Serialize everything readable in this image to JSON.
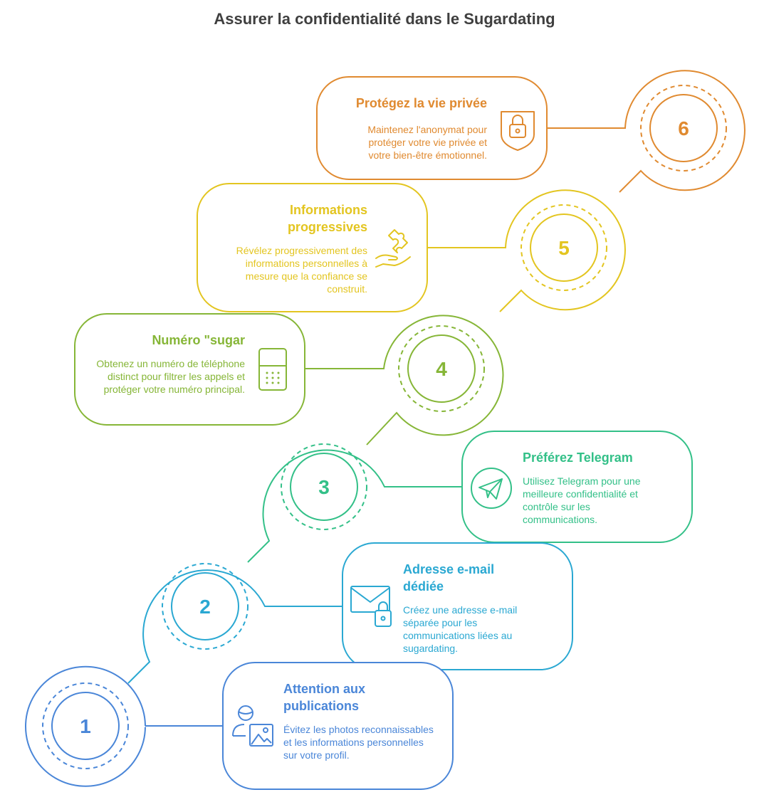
{
  "title": "Assurer la confidentialité dans le Sugardating",
  "colors": {
    "step1": "#4a86d8",
    "step2": "#2aa8d2",
    "step3": "#33c088",
    "step4": "#86b637",
    "step5": "#e3c520",
    "step6": "#e08a30"
  },
  "steps": [
    {
      "number": "1",
      "title": "Attention aux publications",
      "description": "Évitez les photos reconnaissables et les informations personnelles sur votre profil.",
      "icon": "person-photo-icon"
    },
    {
      "number": "2",
      "title": "Adresse e-mail dédiée",
      "description": "Créez une adresse e-mail séparée pour les communications liées au sugardating.",
      "icon": "email-lock-icon"
    },
    {
      "number": "3",
      "title": "Préférez Telegram",
      "description": "Utilisez Telegram pour une meilleure confidentialité et contrôle sur les communications.",
      "icon": "telegram-icon"
    },
    {
      "number": "4",
      "title": "Numéro \"sugar",
      "description": "Obtenez un numéro de téléphone distinct pour filtrer les appels et protéger votre numéro principal.",
      "icon": "phone-icon"
    },
    {
      "number": "5",
      "title": "Informations progressives",
      "description": "Révélez progressivement des informations personnelles à mesure que la confiance se construit.",
      "icon": "puzzle-hand-icon"
    },
    {
      "number": "6",
      "title": "Protégez la vie privée",
      "description": "Maintenez l'anonymat pour protéger votre vie privée et votre bien-être émotionnel.",
      "icon": "shield-lock-icon"
    }
  ]
}
